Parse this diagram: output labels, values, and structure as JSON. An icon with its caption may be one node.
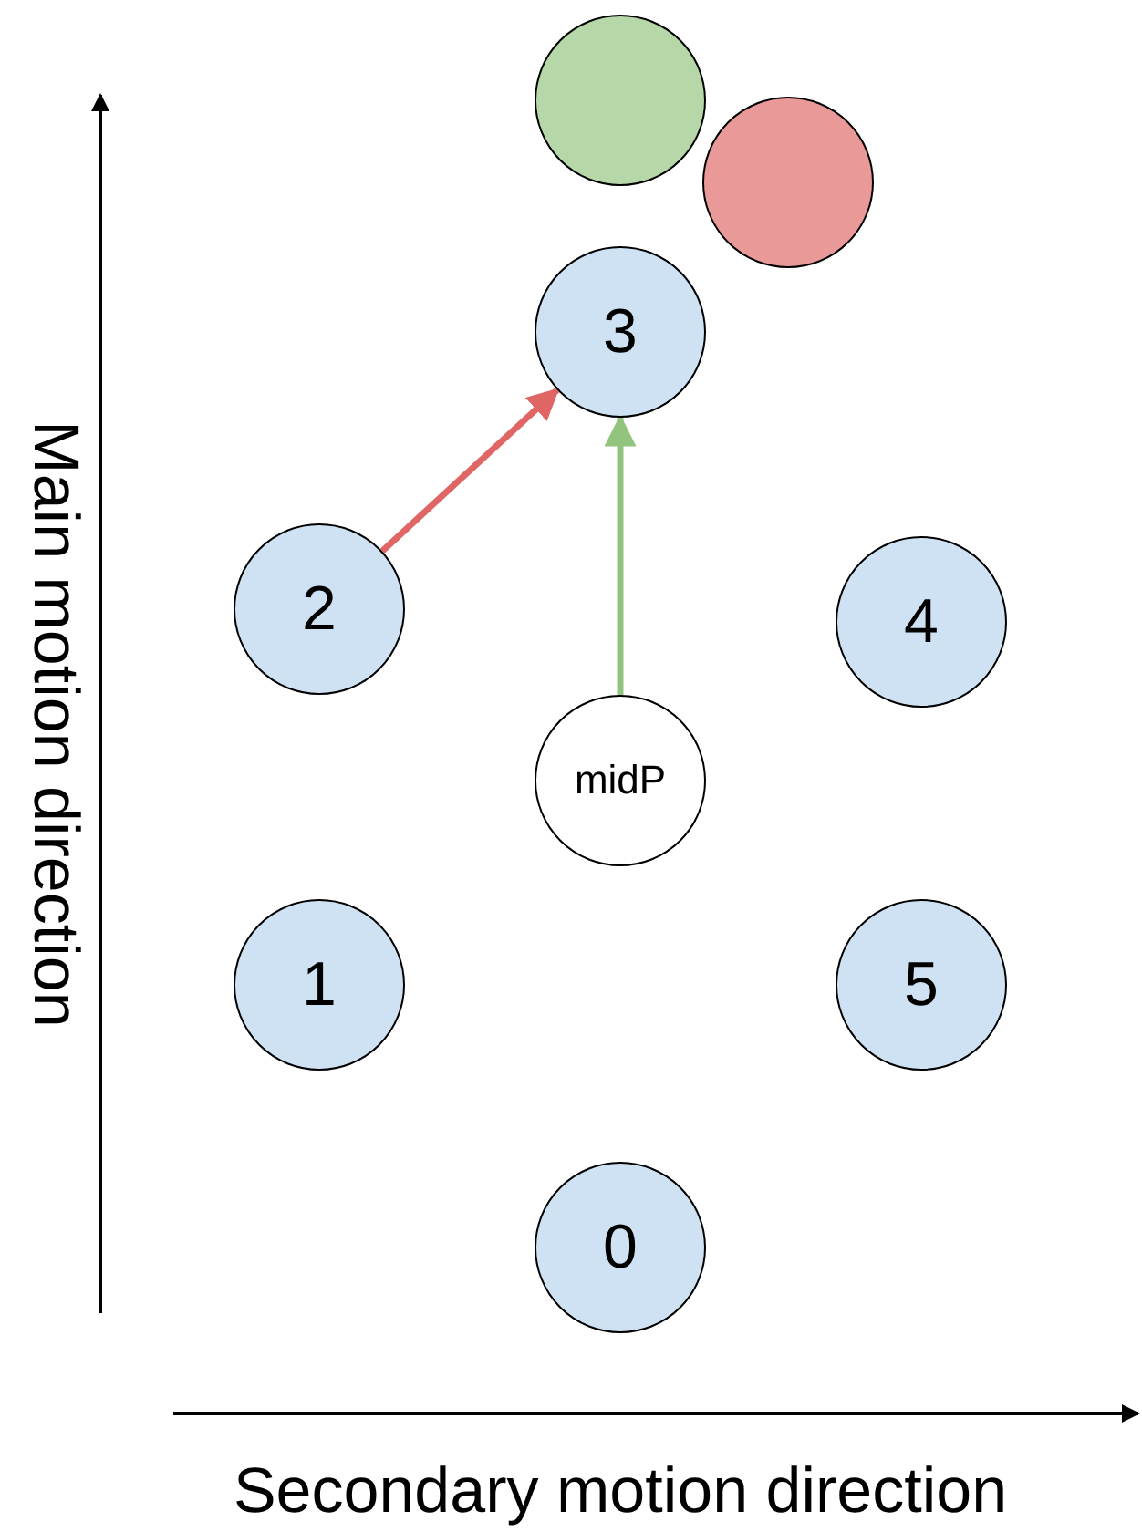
{
  "diagram": {
    "nodes": [
      {
        "text": [],
        "shape": "circle"
      },
      {
        "text": [],
        "shape": "circle"
      },
      {
        "text": [
          "3"
        ]
      },
      {
        "text": [
          "2"
        ]
      },
      {
        "text": [
          "4"
        ]
      },
      {
        "text": [
          "midP"
        ]
      },
      {
        "text": [
          "1"
        ]
      },
      {
        "text": [
          "5"
        ]
      },
      {
        "text": [
          "0"
        ]
      }
    ],
    "edges": [
      {
        "from": 3,
        "to": 2,
        "arrow": "to",
        "color": "#e06666"
      },
      {
        "from": 5,
        "to": 2,
        "arrow": "to",
        "color": "#93c47d"
      }
    ],
    "labels": [
      "Main motion direction",
      "Secondary motion direction"
    ]
  }
}
